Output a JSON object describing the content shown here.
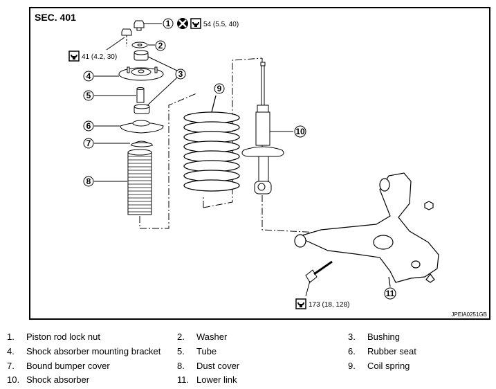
{
  "figure": {
    "section": "SEC. 401",
    "figure_code": "JPEIA0251GB",
    "torques": {
      "lock_nut": "54 (5.5, 40)",
      "bracket_bolt": "41 (4.2, 30)",
      "lower_link_bolt": "173 (18, 128)"
    },
    "callouts": [
      "1",
      "2",
      "3",
      "4",
      "5",
      "6",
      "7",
      "8",
      "9",
      "10",
      "11"
    ]
  },
  "legend": {
    "items": [
      {
        "num": "1.",
        "label": "Piston rod lock nut"
      },
      {
        "num": "2.",
        "label": "Washer"
      },
      {
        "num": "3.",
        "label": "Bushing"
      },
      {
        "num": "4.",
        "label": "Shock absorber mounting bracket"
      },
      {
        "num": "5.",
        "label": "Tube"
      },
      {
        "num": "6.",
        "label": "Rubber seat"
      },
      {
        "num": "7.",
        "label": "Bound bumper cover"
      },
      {
        "num": "8.",
        "label": "Dust cover"
      },
      {
        "num": "9.",
        "label": "Coil spring"
      },
      {
        "num": "10.",
        "label": "Shock absorber"
      },
      {
        "num": "11.",
        "label": "Lower link"
      }
    ]
  }
}
